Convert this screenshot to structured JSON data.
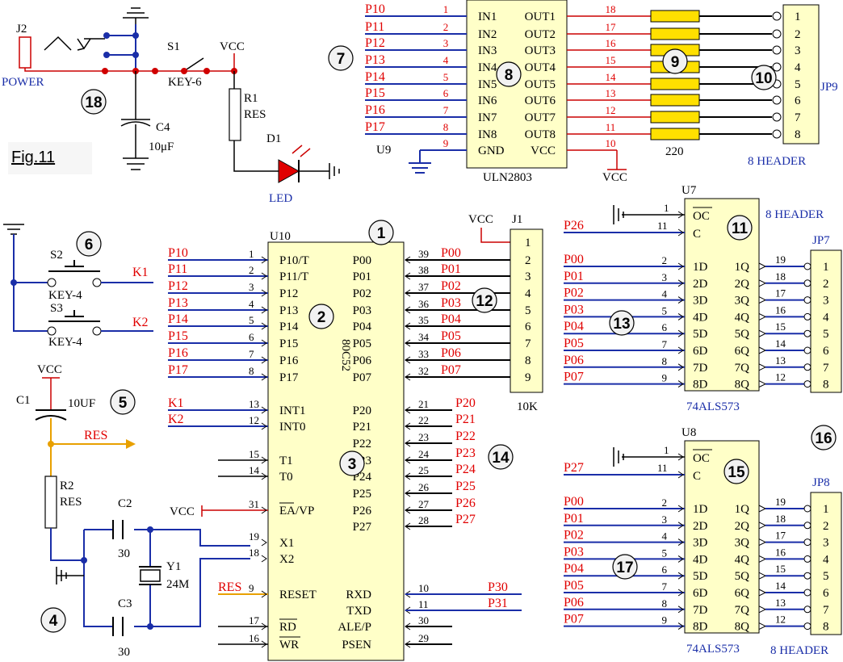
{
  "figure_label": "Fig.11",
  "callouts": [
    "1",
    "2",
    "3",
    "4",
    "5",
    "6",
    "7",
    "8",
    "9",
    "10",
    "11",
    "12",
    "13",
    "14",
    "15",
    "16",
    "17",
    "18"
  ],
  "power": {
    "ref": "J2",
    "label": "POWER",
    "switch_ref": "S1",
    "switch_label": "KEY-6",
    "vcc": "VCC",
    "cap_ref": "C4",
    "cap_value": "10μF",
    "r_ref": "R1",
    "r_value": "RES",
    "led_ref": "D1",
    "led_label": "LED"
  },
  "keys": {
    "s2": "S2",
    "s3": "S3",
    "key_label": "KEY-4",
    "k1": "K1",
    "k2": "K2"
  },
  "reset": {
    "vcc": "VCC",
    "cap_ref": "C1",
    "cap_value": "10UF",
    "net": "RES",
    "r_ref": "R2",
    "r_value": "RES"
  },
  "osc": {
    "c2": "C2",
    "c3": "C3",
    "cap_value": "30",
    "xtal_ref": "Y1",
    "xtal_value": "24M",
    "vcc": "VCC"
  },
  "mcu": {
    "ref": "U10",
    "part": "80C52",
    "left_pins": [
      {
        "net": "P10",
        "num": "1",
        "name": "P10/T"
      },
      {
        "net": "P11",
        "num": "2",
        "name": "P11/T"
      },
      {
        "net": "P12",
        "num": "3",
        "name": "P12"
      },
      {
        "net": "P13",
        "num": "4",
        "name": "P13"
      },
      {
        "net": "P14",
        "num": "5",
        "name": "P14"
      },
      {
        "net": "P15",
        "num": "6",
        "name": "P15"
      },
      {
        "net": "P16",
        "num": "7",
        "name": "P16"
      },
      {
        "net": "P17",
        "num": "8",
        "name": "P17"
      },
      {
        "net": "K1",
        "num": "13",
        "name": "INT1"
      },
      {
        "net": "K2",
        "num": "12",
        "name": "INT0"
      },
      {
        "net": "",
        "num": "15",
        "name": "T1"
      },
      {
        "net": "",
        "num": "14",
        "name": "T0"
      },
      {
        "net": "VCC",
        "num": "31",
        "name": "EA/VP"
      },
      {
        "net": "",
        "num": "19",
        "name": "X1"
      },
      {
        "net": "",
        "num": "18",
        "name": "X2"
      },
      {
        "net": "RES",
        "num": "9",
        "name": "RESET"
      },
      {
        "net": "",
        "num": "17",
        "name": "RD"
      },
      {
        "net": "",
        "num": "16",
        "name": "WR"
      }
    ],
    "right_pins": [
      {
        "net": "P00",
        "num": "39",
        "name": "P00"
      },
      {
        "net": "P01",
        "num": "38",
        "name": "P01"
      },
      {
        "net": "P02",
        "num": "37",
        "name": "P02"
      },
      {
        "net": "P03",
        "num": "36",
        "name": "P03"
      },
      {
        "net": "P04",
        "num": "35",
        "name": "P04"
      },
      {
        "net": "P05",
        "num": "34",
        "name": "P05"
      },
      {
        "net": "P06",
        "num": "33",
        "name": "P06"
      },
      {
        "net": "P07",
        "num": "32",
        "name": "P07"
      },
      {
        "net": "P20",
        "num": "21",
        "name": "P20"
      },
      {
        "net": "P21",
        "num": "22",
        "name": "P21"
      },
      {
        "net": "P22",
        "num": "23",
        "name": "P22"
      },
      {
        "net": "P23",
        "num": "24",
        "name": "P23"
      },
      {
        "net": "P24",
        "num": "25",
        "name": "P24"
      },
      {
        "net": "P25",
        "num": "26",
        "name": "P25"
      },
      {
        "net": "P26",
        "num": "27",
        "name": "P26"
      },
      {
        "net": "P27",
        "num": "28",
        "name": "P27"
      },
      {
        "net": "P30",
        "num": "10",
        "name": "RXD"
      },
      {
        "net": "P31",
        "num": "11",
        "name": "TXD"
      },
      {
        "net": "",
        "num": "30",
        "name": "ALE/P"
      },
      {
        "net": "",
        "num": "29",
        "name": "PSEN"
      }
    ]
  },
  "pullup": {
    "ref": "J1",
    "vcc": "VCC",
    "value": "10K",
    "pins": [
      "1",
      "2",
      "3",
      "4",
      "5",
      "6",
      "7",
      "8",
      "9"
    ]
  },
  "driver": {
    "ref": "U9",
    "part": "ULN2803",
    "inputs": [
      {
        "net": "P10",
        "num": "1",
        "name": "IN1"
      },
      {
        "net": "P11",
        "num": "2",
        "name": "IN2"
      },
      {
        "net": "P12",
        "num": "3",
        "name": "IN3"
      },
      {
        "net": "P13",
        "num": "4",
        "name": "IN4"
      },
      {
        "net": "P14",
        "num": "5",
        "name": "IN5"
      },
      {
        "net": "P15",
        "num": "6",
        "name": "IN6"
      },
      {
        "net": "P16",
        "num": "7",
        "name": "IN7"
      },
      {
        "net": "P17",
        "num": "8",
        "name": "IN8"
      },
      {
        "net": "",
        "num": "9",
        "name": "GND"
      }
    ],
    "outputs": [
      {
        "num": "18",
        "name": "OUT1"
      },
      {
        "num": "17",
        "name": "OUT2"
      },
      {
        "num": "16",
        "name": "OUT3"
      },
      {
        "num": "15",
        "name": "OUT4"
      },
      {
        "num": "14",
        "name": "OUT5"
      },
      {
        "num": "13",
        "name": "OUT6"
      },
      {
        "num": "12",
        "name": "OUT7"
      },
      {
        "num": "11",
        "name": "OUT8"
      },
      {
        "num": "10",
        "name": "VCC"
      }
    ],
    "vcc": "VCC",
    "res_value": "220",
    "header_ref": "JP9",
    "header_label": "8 HEADER",
    "header_pins": [
      "1",
      "2",
      "3",
      "4",
      "5",
      "6",
      "7",
      "8"
    ]
  },
  "latch1": {
    "ref": "U7",
    "part": "74ALS573",
    "oc": "OC",
    "c": "C",
    "oc_num": "1",
    "c_num": "11",
    "c_net": "P26",
    "inputs": [
      {
        "net": "P00",
        "num": "2",
        "name": "1D"
      },
      {
        "net": "P01",
        "num": "3",
        "name": "2D"
      },
      {
        "net": "P02",
        "num": "4",
        "name": "3D"
      },
      {
        "net": "P03",
        "num": "5",
        "name": "4D"
      },
      {
        "net": "P04",
        "num": "6",
        "name": "5D"
      },
      {
        "net": "P05",
        "num": "7",
        "name": "6D"
      },
      {
        "net": "P06",
        "num": "8",
        "name": "7D"
      },
      {
        "net": "P07",
        "num": "9",
        "name": "8D"
      }
    ],
    "outputs": [
      {
        "num": "19",
        "name": "1Q"
      },
      {
        "num": "18",
        "name": "2Q"
      },
      {
        "num": "17",
        "name": "3Q"
      },
      {
        "num": "16",
        "name": "4Q"
      },
      {
        "num": "15",
        "name": "5Q"
      },
      {
        "num": "14",
        "name": "6Q"
      },
      {
        "num": "13",
        "name": "7Q"
      },
      {
        "num": "12",
        "name": "8Q"
      }
    ],
    "header_ref": "JP7",
    "header_label": "8 HEADER",
    "header_pins": [
      "1",
      "2",
      "3",
      "4",
      "5",
      "6",
      "7",
      "8"
    ]
  },
  "latch2": {
    "ref": "U8",
    "part": "74ALS573",
    "oc": "OC",
    "c": "C",
    "oc_num": "1",
    "c_num": "11",
    "c_net": "P27",
    "inputs": [
      {
        "net": "P00",
        "num": "2",
        "name": "1D"
      },
      {
        "net": "P01",
        "num": "3",
        "name": "2D"
      },
      {
        "net": "P02",
        "num": "4",
        "name": "3D"
      },
      {
        "net": "P03",
        "num": "5",
        "name": "4D"
      },
      {
        "net": "P04",
        "num": "6",
        "name": "5D"
      },
      {
        "net": "P05",
        "num": "7",
        "name": "6D"
      },
      {
        "net": "P06",
        "num": "8",
        "name": "7D"
      },
      {
        "net": "P07",
        "num": "9",
        "name": "8D"
      }
    ],
    "outputs": [
      {
        "num": "19",
        "name": "1Q"
      },
      {
        "num": "18",
        "name": "2Q"
      },
      {
        "num": "17",
        "name": "3Q"
      },
      {
        "num": "16",
        "name": "4Q"
      },
      {
        "num": "15",
        "name": "5Q"
      },
      {
        "num": "14",
        "name": "6Q"
      },
      {
        "num": "13",
        "name": "7Q"
      },
      {
        "num": "12",
        "name": "8Q"
      }
    ],
    "header_ref": "JP8",
    "header_label": "8 HEADER",
    "header_pins": [
      "1",
      "2",
      "3",
      "4",
      "5",
      "6",
      "7",
      "8"
    ]
  }
}
